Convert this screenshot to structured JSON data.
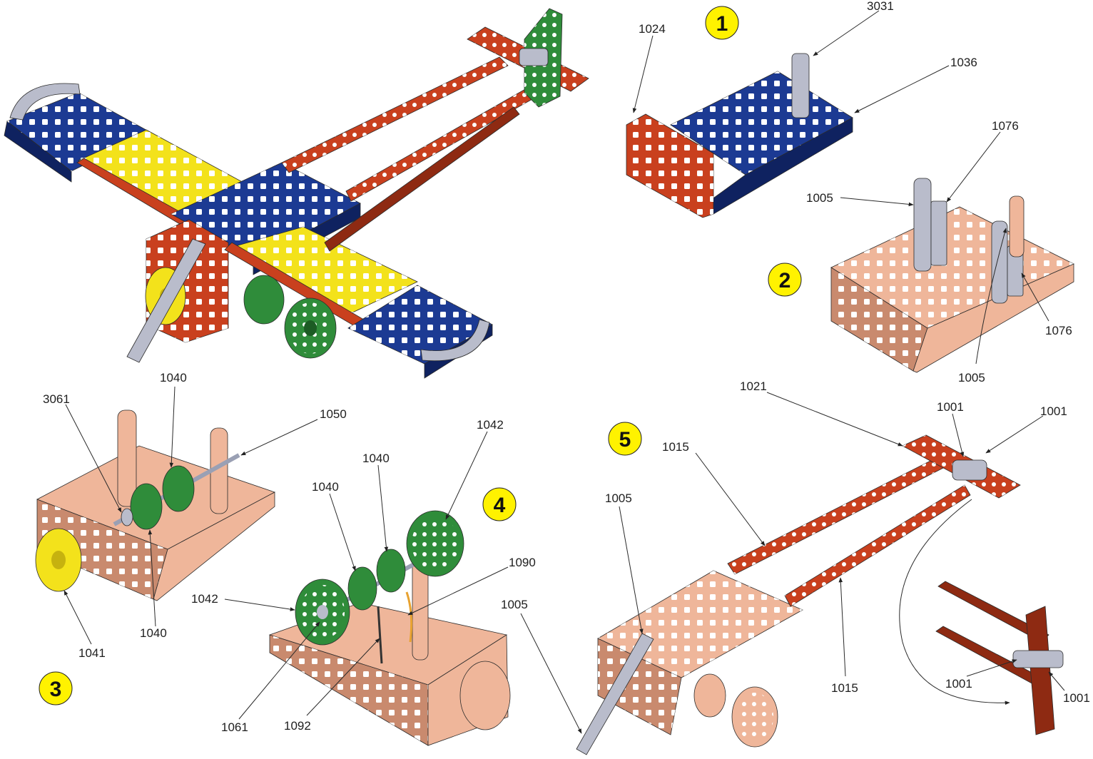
{
  "colors": {
    "red": "#c9401e",
    "red_dark": "#8e2a12",
    "blue": "#1c3a93",
    "blue_dark": "#0f2260",
    "yellow": "#f3e21b",
    "yellow_dark": "#c6b20f",
    "green": "#2f8c3a",
    "green_dark": "#1c5c24",
    "silver": "#b9bccb",
    "silver_dark": "#7d8094",
    "copper": "#efb69a",
    "copper_dark": "#c98a6e",
    "badge": "#fff200"
  },
  "steps": [
    {
      "id": "1",
      "label": "1"
    },
    {
      "id": "2",
      "label": "2"
    },
    {
      "id": "3",
      "label": "3"
    },
    {
      "id": "4",
      "label": "4"
    },
    {
      "id": "5",
      "label": "5"
    }
  ],
  "labels": {
    "s1_1024": "1024",
    "s1_3031": "3031",
    "s1_1036": "1036",
    "s2_1076_top": "1076",
    "s2_1005_left": "1005",
    "s2_1076_right": "1076",
    "s2_1005_bottom": "1005",
    "s3_3061": "3061",
    "s3_1040_top": "1040",
    "s3_1050": "1050",
    "s3_1040_bottom": "1040",
    "s3_1041": "1041",
    "s4_1040_a": "1040",
    "s4_1040_b": "1040",
    "s4_1042_top": "1042",
    "s4_1090": "1090",
    "s4_1042_left": "1042",
    "s4_1061": "1061",
    "s4_1092": "1092",
    "s5_1021": "1021",
    "s5_1001_a": "1001",
    "s5_1001_b": "1001",
    "s5_1015_top": "1015",
    "s5_1005": "1005",
    "s5_1015_bottom": "1015",
    "s5_1001_c": "1001",
    "s5_1001_d": "1001",
    "s4_1005": "1005"
  }
}
